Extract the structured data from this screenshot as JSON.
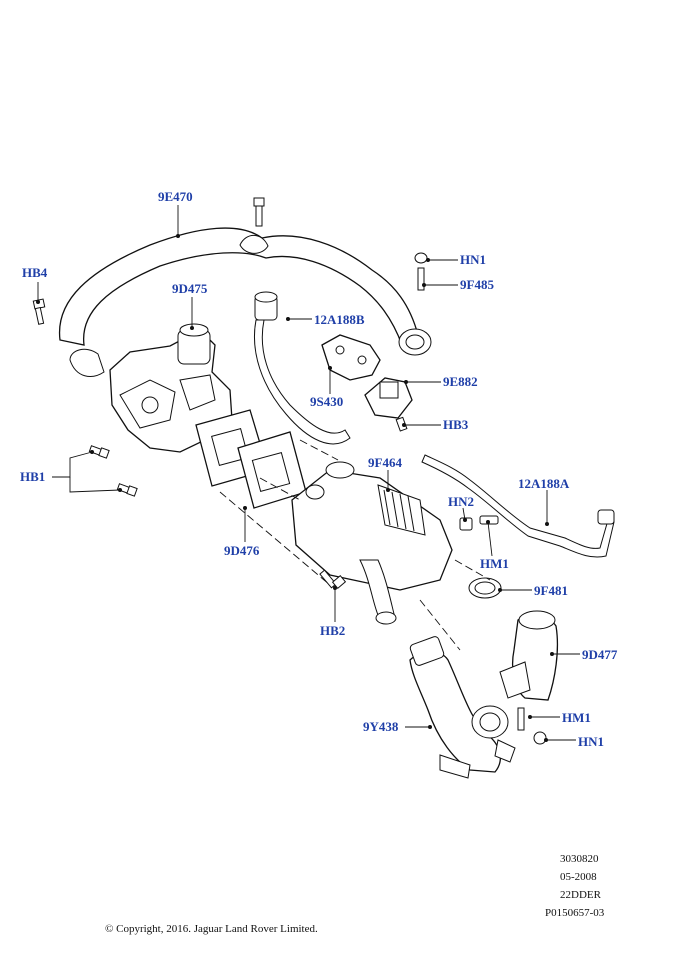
{
  "diagram": {
    "callouts": {
      "c_9E470": "9E470",
      "c_HB4": "HB4",
      "c_9D475": "9D475",
      "c_HN1_top": "HN1",
      "c_9F485": "9F485",
      "c_12A188B": "12A188B",
      "c_9E882": "9E882",
      "c_9S430": "9S430",
      "c_HB3": "HB3",
      "c_HB1": "HB1",
      "c_9F464": "9F464",
      "c_12A188A": "12A188A",
      "c_HN2": "HN2",
      "c_9D476": "9D476",
      "c_HM1_mid": "HM1",
      "c_9F481": "9F481",
      "c_HB2": "HB2",
      "c_9D477": "9D477",
      "c_HM1_bot": "HM1",
      "c_9Y438": "9Y438",
      "c_HN1_bot": "HN1"
    },
    "reference": {
      "code1": "3030820",
      "date": "05-2008",
      "model": "22DDER",
      "illustration": "P0150657-03"
    },
    "copyright": "© Copyright, 2016. Jaguar Land Rover Limited."
  },
  "colors": {
    "callout_text": "#1f3fa8",
    "line_art": "#111111",
    "background": "#ffffff"
  }
}
